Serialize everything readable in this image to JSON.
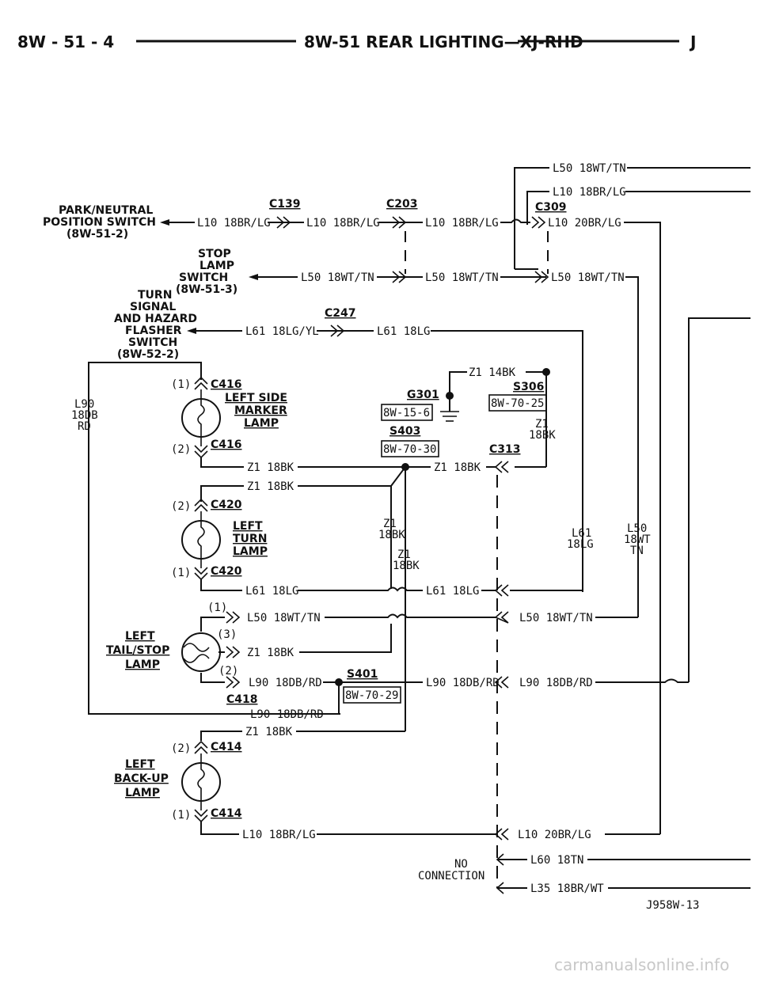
{
  "header": {
    "page_ref": "8W - 51 - 4",
    "title": "8W-51 REAR LIGHTING—XJ-RHD",
    "model": "J"
  },
  "components": {
    "park_neutral": [
      "PARK/NEUTRAL",
      "POSITION SWITCH",
      "(8W-51-2)"
    ],
    "stop_lamp": [
      "STOP",
      "LAMP",
      "SWITCH",
      "(8W-51-3)"
    ],
    "turn_signal": [
      "TURN",
      "SIGNAL",
      "AND HAZARD",
      "FLASHER",
      "SWITCH",
      "(8W-52-2)"
    ],
    "left_side_marker": [
      "LEFT SIDE",
      "MARKER",
      "LAMP"
    ],
    "left_turn": [
      "LEFT",
      "TURN",
      "LAMP"
    ],
    "left_tail_stop": [
      "LEFT",
      "TAIL/STOP",
      "LAMP"
    ],
    "left_backup": [
      "LEFT",
      "BACK-UP",
      "LAMP"
    ]
  },
  "connectors": {
    "c139": "C139",
    "c203": "C203",
    "c309": "C309",
    "c247": "C247",
    "c416": "C416",
    "c420": "C420",
    "c418": "C418",
    "c414": "C414",
    "c313": "C313"
  },
  "splices": {
    "g301": "G301",
    "s306": "S306",
    "s403": "S403",
    "s401": "S401",
    "ref_g301": "8W-15-6",
    "ref_s306": "8W-70-25",
    "ref_s403": "8W-70-30",
    "ref_s401": "8W-70-29"
  },
  "pins": {
    "p1": "(1)",
    "p2": "(2)",
    "p3": "(3)"
  },
  "wires": {
    "l50_wt_tn": "L50 18WT/TN",
    "l10_br_lg": "L10 18BR/LG",
    "l10_20br_lg": "L10 20BR/LG",
    "l61_lg_yl": "L61 18LG/YL",
    "l61_lg": "L61 18LG",
    "z1_14bk": "Z1 14BK",
    "z1_18bk": "Z1 18BK",
    "l90_db_rd": "L90 18DB/RD",
    "l60_tn": "L60 18TN",
    "l35_br_wt": "L35 18BR/WT",
    "v_l90": [
      "L90",
      "18DB",
      "RD"
    ],
    "v_z1": [
      "Z1",
      "18BK"
    ],
    "v_l61": [
      "L61",
      "18LG"
    ],
    "v_l50": [
      "L50",
      "18WT",
      "TN"
    ]
  },
  "notes": {
    "no_connection": [
      "NO",
      "CONNECTION"
    ],
    "figure_id": "J958W-13",
    "watermark": "carmanualsonline.info"
  }
}
